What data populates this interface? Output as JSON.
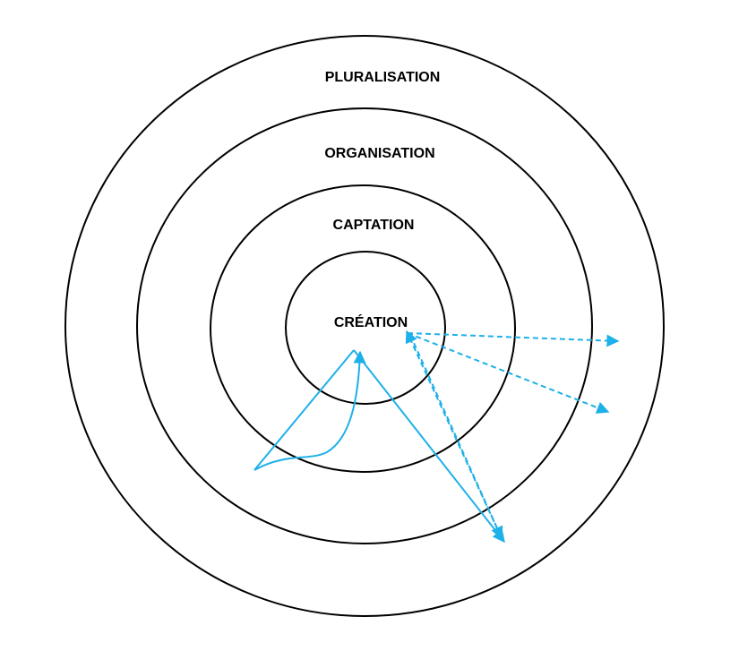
{
  "diagram": {
    "rings": [
      {
        "label": "PLURALISATION"
      },
      {
        "label": "ORGANISATION"
      },
      {
        "label": "CAPTATION"
      },
      {
        "label": "CRÉATION"
      }
    ],
    "arrow_color": "#1EB0E8",
    "line_color": "#000000"
  }
}
